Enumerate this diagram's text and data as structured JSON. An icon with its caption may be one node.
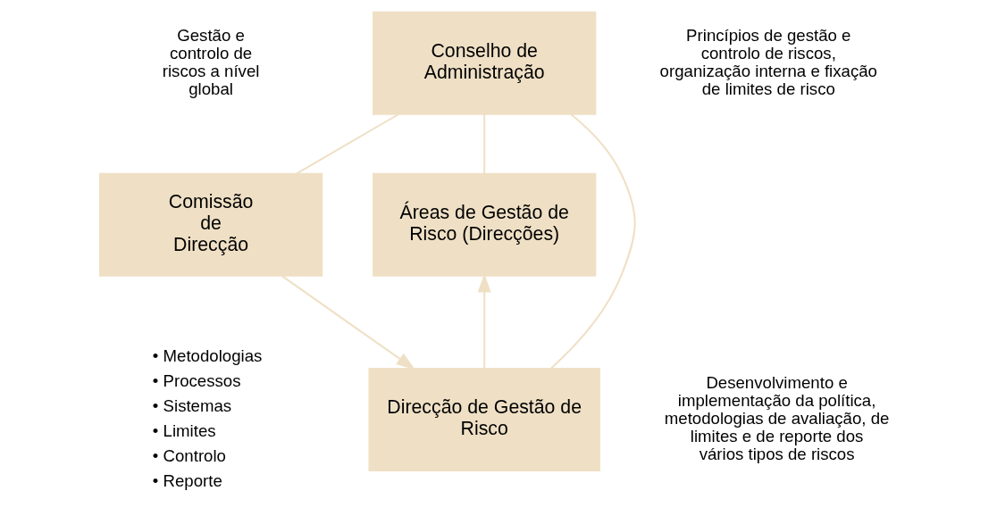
{
  "diagram": {
    "nodes": [
      {
        "text": [
          "Conselho de Administração"
        ]
      },
      {
        "text": [
          "Comissão de Direcção"
        ]
      },
      {
        "text": [
          "Áreas de Gestão de Risco (Direcções)"
        ]
      },
      {
        "text": [
          "Direcção de Gestão de Risco"
        ]
      }
    ],
    "edges": [
      {
        "from": 1,
        "to": 0,
        "arrow": "none"
      },
      {
        "from": 0,
        "to": 3,
        "arrow": "none"
      },
      {
        "from": 2,
        "to": 0,
        "arrow": "none"
      },
      {
        "from": 1,
        "to": 3,
        "arrow": "to"
      },
      {
        "from": 3,
        "to": 2,
        "arrow": "to"
      }
    ],
    "labels": [
      "Gestão e controlo de riscos a nível global",
      "Princípios de gestão e controlo de riscos, organização interna e fixação de limites de risco",
      "• Metodologias",
      "• Processos",
      "• Sistemas",
      "• Limites",
      "• Controlo",
      "• Reporte",
      "Desenvolvimento e implementação da política, metodologias de avaliação, de limites e de reporte dos vários tipos de riscos"
    ]
  }
}
